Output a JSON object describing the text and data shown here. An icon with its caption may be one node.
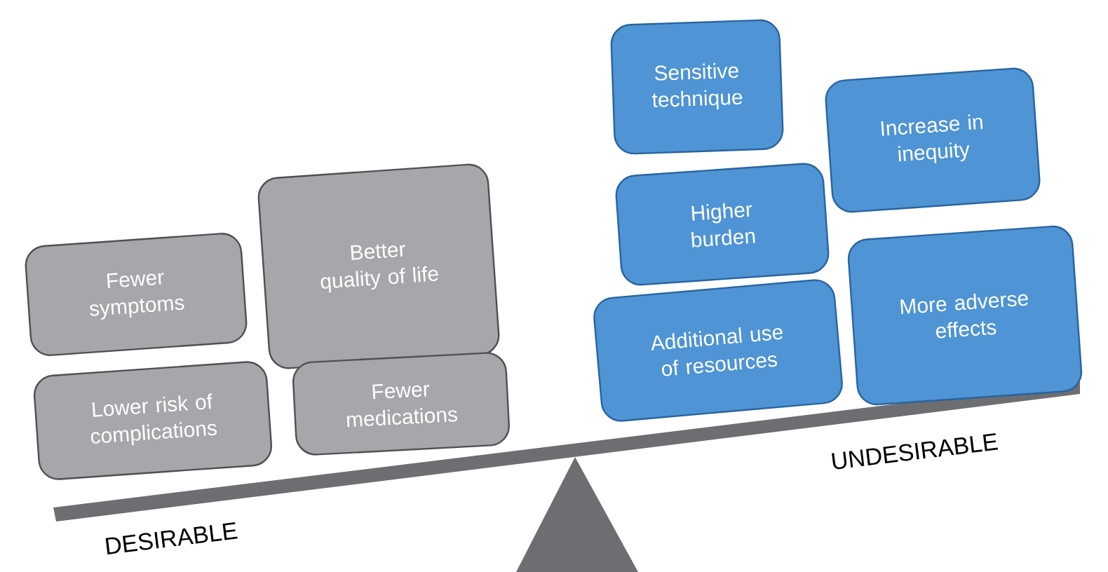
{
  "diagram": {
    "nodes": [
      {
        "text": [
          "Fewer symptoms"
        ]
      },
      {
        "text": [
          "Better quality of life"
        ]
      },
      {
        "text": [
          "Lower risk of complications"
        ]
      },
      {
        "text": [
          "Fewer medications"
        ]
      },
      {
        "text": [
          "Sensitive technique"
        ]
      },
      {
        "text": [
          "Higher burden"
        ]
      },
      {
        "text": [
          "Additional use of resources"
        ]
      },
      {
        "text": [
          "Increase in inequity"
        ]
      },
      {
        "text": [
          "More adverse effects"
        ]
      }
    ],
    "labels": [
      "UNDESIRABLE",
      "DESIRABLE"
    ]
  }
}
